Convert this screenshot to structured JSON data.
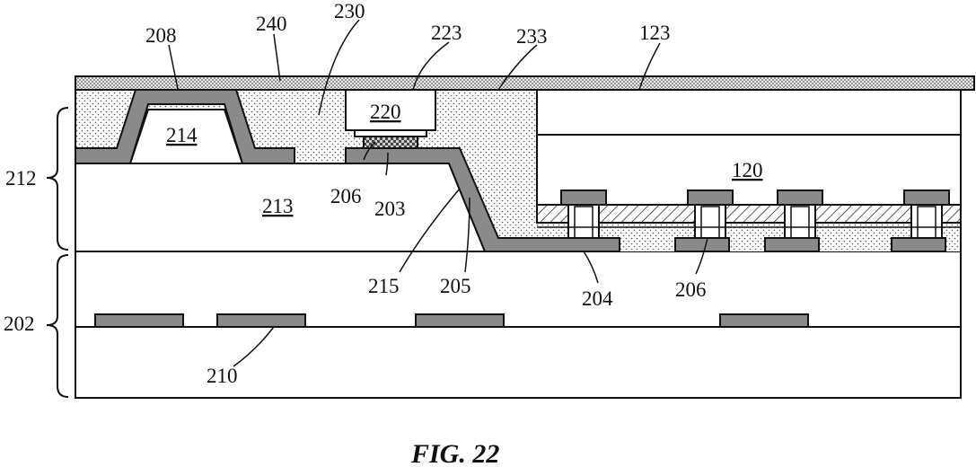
{
  "caption": "FIG. 22",
  "labels": {
    "l240": "240",
    "l230": "230",
    "l208": "208",
    "l223": "223",
    "l233": "233",
    "l123": "123",
    "l220": "220",
    "l214": "214",
    "l120": "120",
    "l212": "212",
    "l213": "213",
    "l206a": "206",
    "l203": "203",
    "l215": "215",
    "l205": "205",
    "l204": "204",
    "l206b": "206",
    "l202": "202",
    "l210": "210"
  },
  "colors": {
    "outline": "#111111",
    "electrode_fill": "#8a8a8a",
    "dot_fill": "#f2f2f2",
    "dark_dot_fill": "#d0d0d0"
  }
}
